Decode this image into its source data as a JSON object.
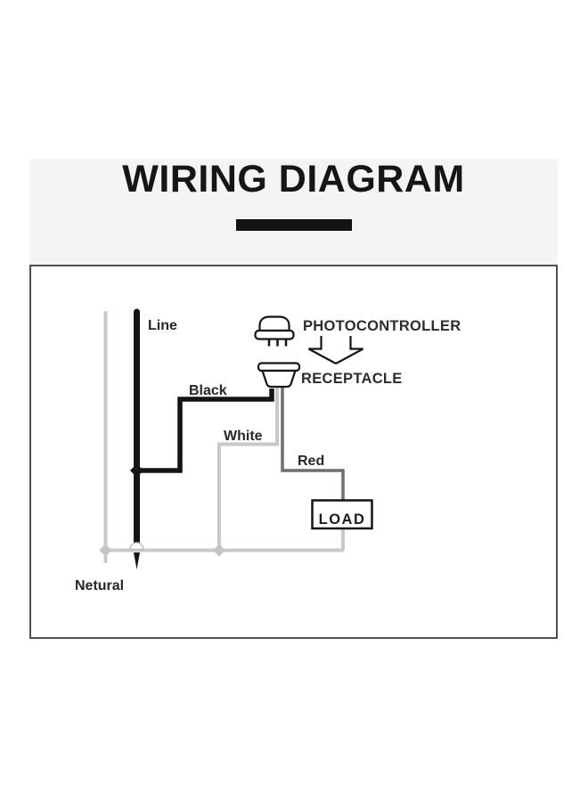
{
  "header": {
    "title": "WIRING DIAGRAM",
    "band_color": "#f4f4f4",
    "divider_color": "#131313"
  },
  "diagram": {
    "labels": {
      "line": "Line",
      "black": "Black",
      "white": "White",
      "red": "Red",
      "neutral": "Netural",
      "photocontroller": "PHOTOCONTROLLER",
      "receptacle": "RECEPTACLE",
      "load": "LOAD"
    },
    "colors": {
      "black_wire": "#141414",
      "neutral_gray": "#c9c9c9",
      "red_wire": "#6f6f6f",
      "box_border": "#4f4f4f"
    }
  }
}
